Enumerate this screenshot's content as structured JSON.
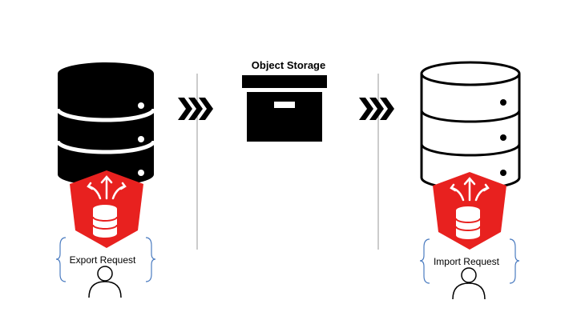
{
  "object_storage": {
    "title": "Object Storage"
  },
  "export": {
    "label": "Export Request"
  },
  "import": {
    "label": "Import Request"
  },
  "colors": {
    "source_db_fill": "#000000",
    "target_db_fill": "#ffffff",
    "badge_red": "#e8211f",
    "divider": "#9a9a9a",
    "brace": "#4a7bc0"
  },
  "icons": [
    "database-icon",
    "chevron-arrows-icon",
    "archive-box-icon",
    "export-badge-icon",
    "user-icon"
  ]
}
